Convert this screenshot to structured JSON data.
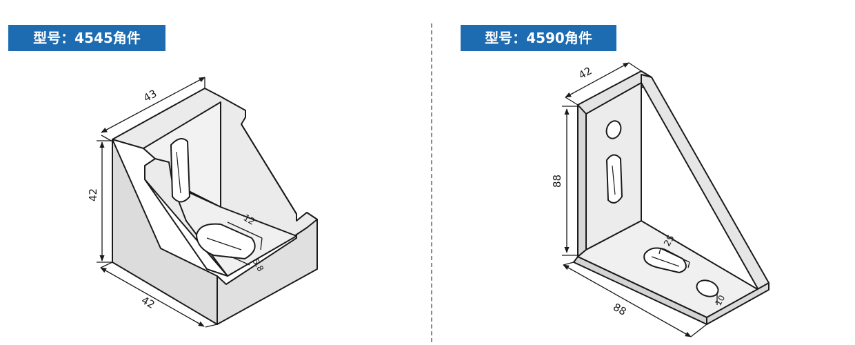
{
  "left_part": {
    "title": "型号：4545角件",
    "dimensions": {
      "top_length": "43",
      "height": "42",
      "bottom_length": "42",
      "slot_length": "12",
      "slot_width": "5.8"
    }
  },
  "right_part": {
    "title": "型号：4590角件",
    "dimensions": {
      "top_width": "42",
      "height": "88",
      "bottom_length": "88",
      "slot_length": "25",
      "hole_width": "10"
    }
  },
  "colors": {
    "badge": "#1d6bb0",
    "badge_text": "#ffffff",
    "line": "#1a1a1a",
    "fill": "#e6e6e6",
    "divider": "#8a8a8a"
  }
}
